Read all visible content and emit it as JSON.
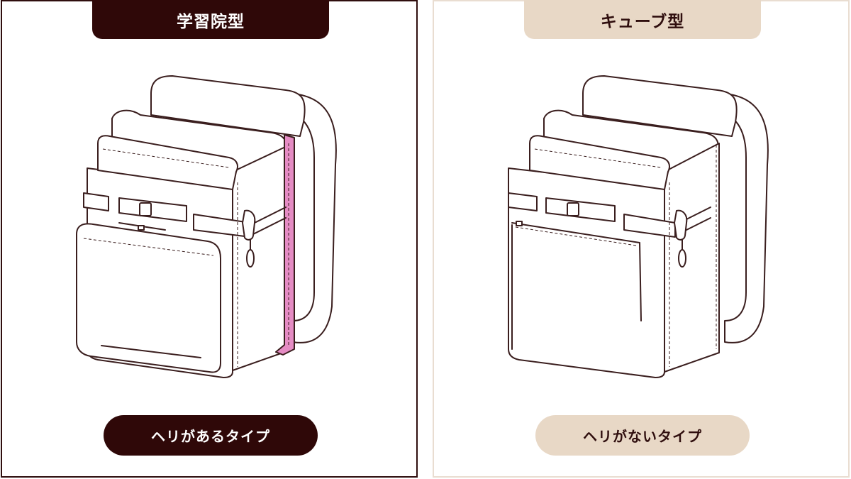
{
  "panels": [
    {
      "title": "学習院型",
      "caption": "ヘリがあるタイプ",
      "has_edge_trim": true
    },
    {
      "title": "キューブ型",
      "caption": "ヘリがないタイプ",
      "has_edge_trim": false
    }
  ],
  "colors": {
    "dark_brown": "#2f0808",
    "beige": "#e8d8c6",
    "edge_trim_pink": "#e58cc4",
    "line_art": "#3a1e1e"
  }
}
